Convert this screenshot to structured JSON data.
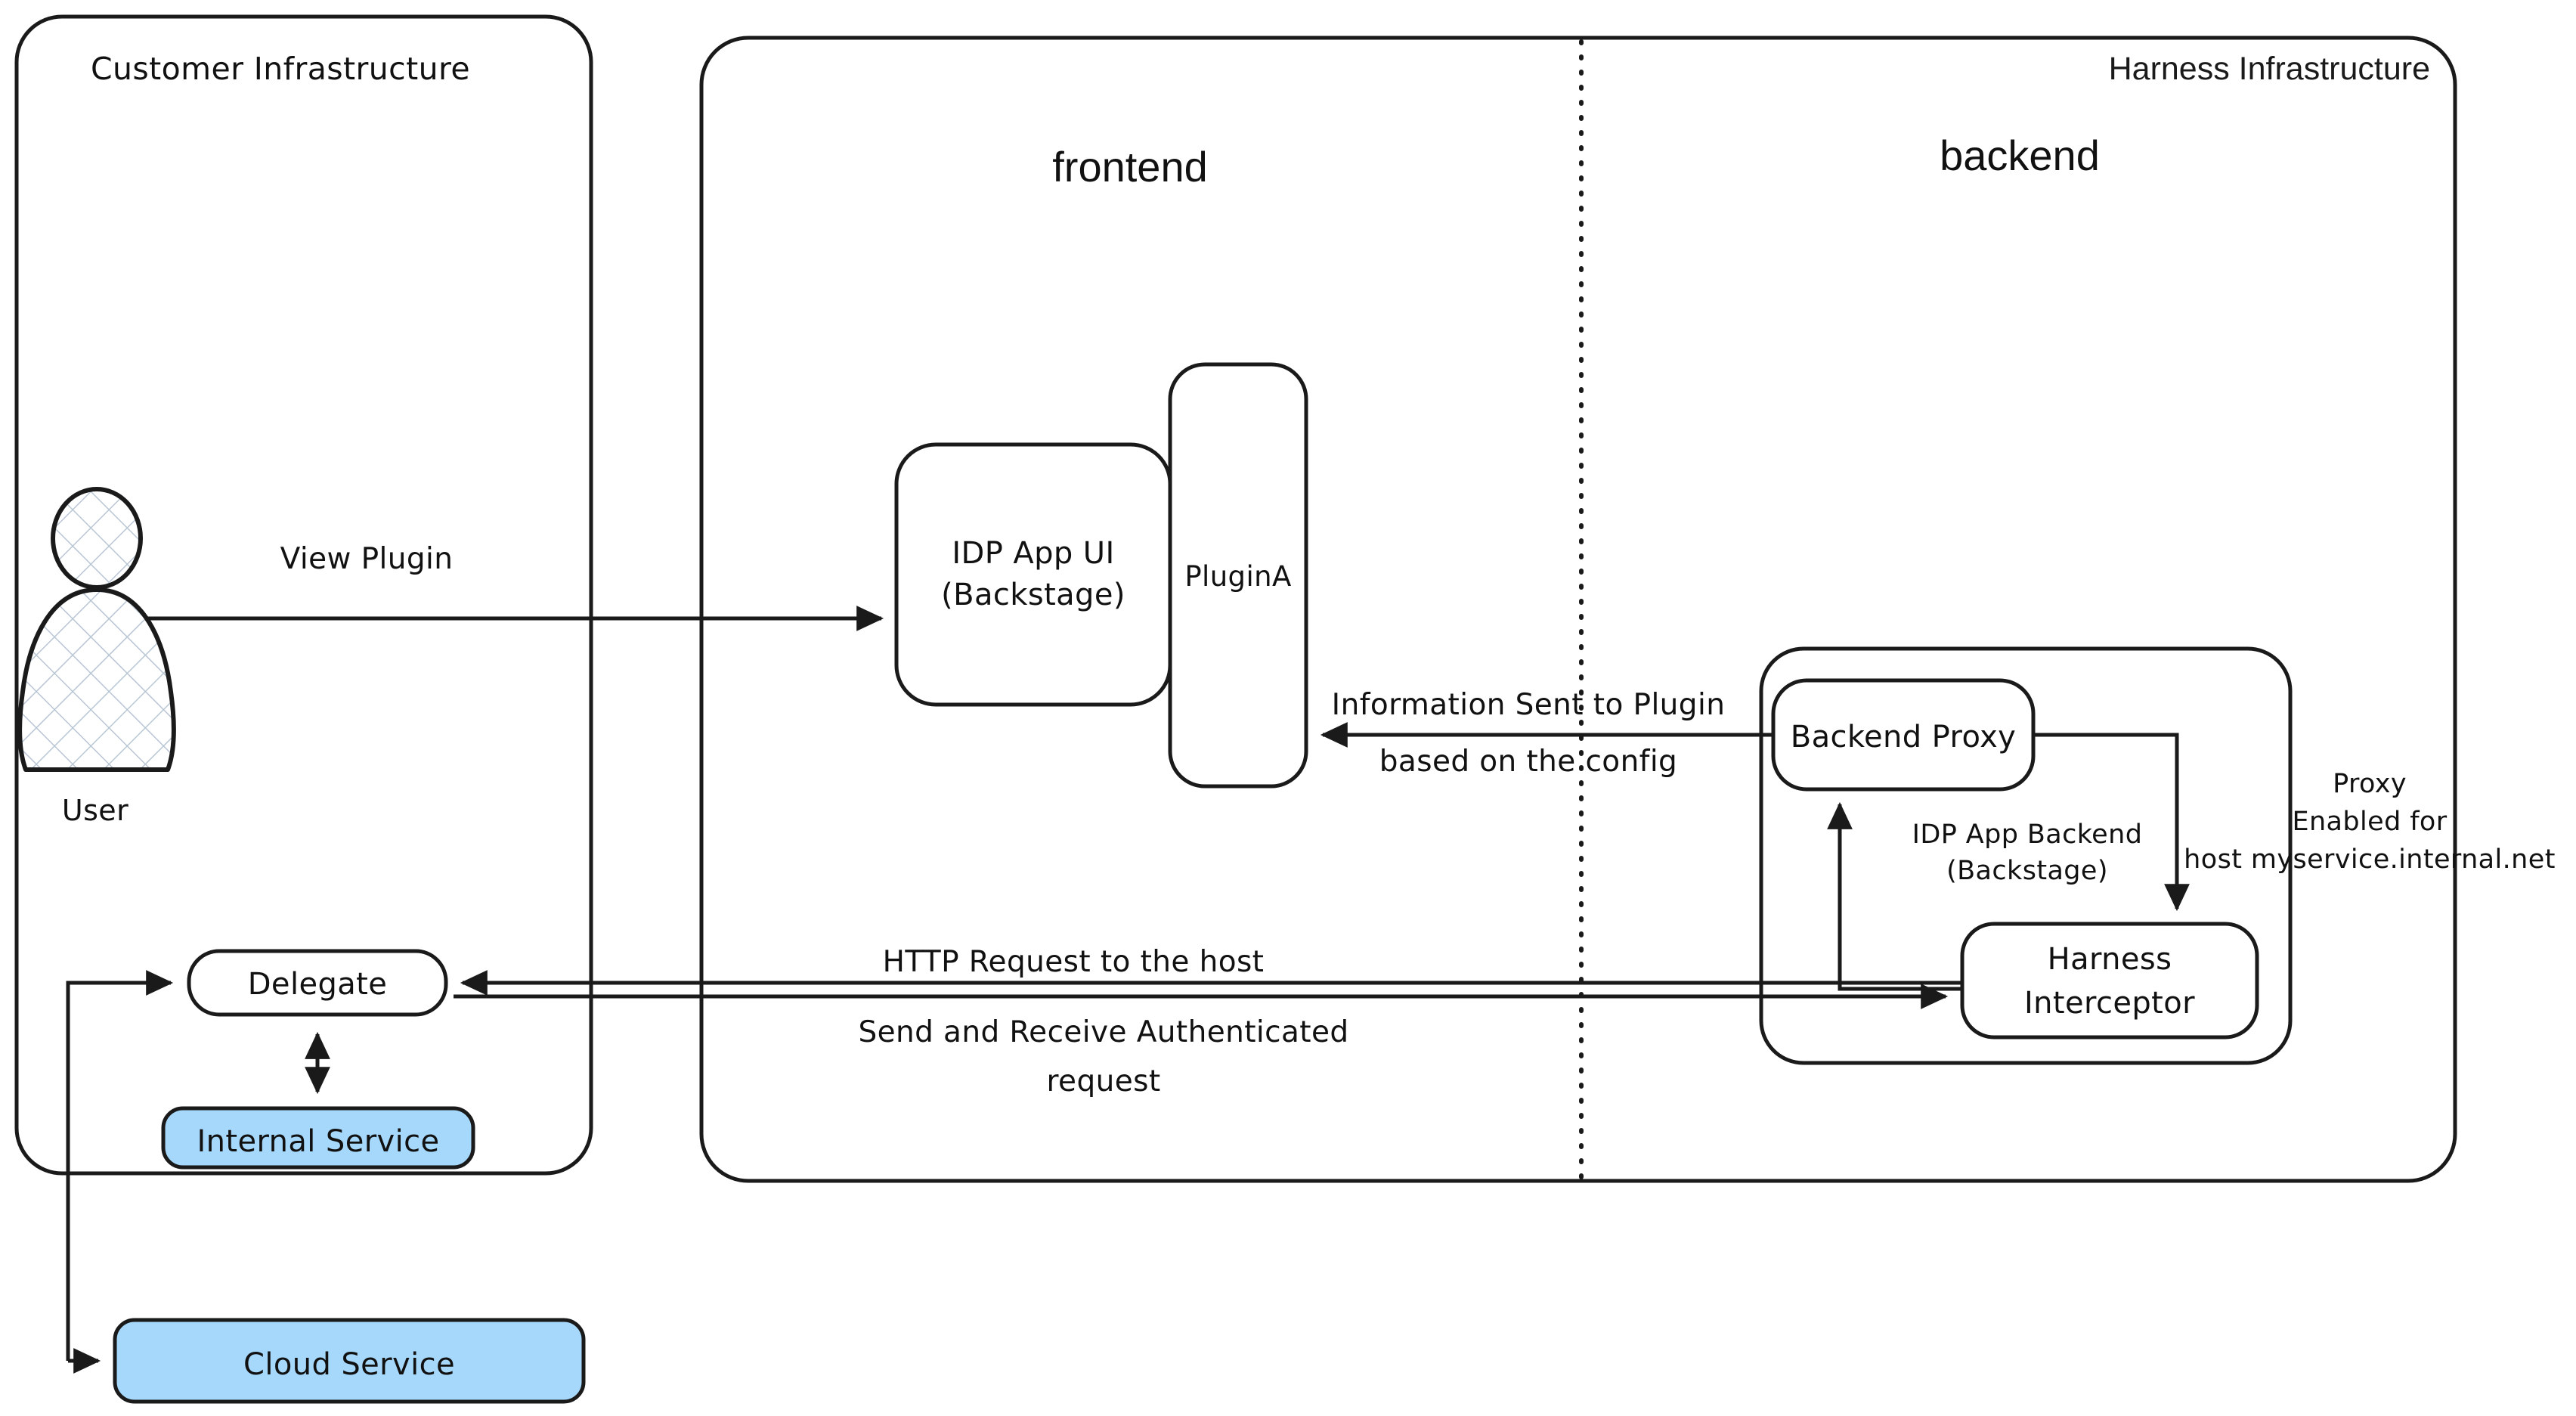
{
  "diagram": {
    "title": "Harness IDP Plugin Proxy Architecture",
    "colors": {
      "accent_blue": "#a6d8fb",
      "stroke": "#1a1a1a",
      "background": "#ffffff"
    }
  },
  "containers": {
    "customer": {
      "label": "Customer Infrastructure"
    },
    "harness": {
      "label": "Harness Infrastructure"
    },
    "idp_backend": {
      "label_line1": "IDP App Backend",
      "label_line2": "(Backstage)"
    }
  },
  "zones": {
    "frontend": "frontend",
    "backend": "backend"
  },
  "actor": {
    "label": "User"
  },
  "nodes": {
    "idp_app_ui": {
      "line1": "IDP App UI",
      "line2": "(Backstage)"
    },
    "plugin_a": {
      "label": "PluginA"
    },
    "backend_proxy": {
      "label": "Backend Proxy"
    },
    "harness_interceptor": {
      "line1": "Harness",
      "line2": "Interceptor"
    },
    "delegate": {
      "label": "Delegate"
    },
    "internal_service": {
      "label": "Internal Service"
    },
    "cloud_service": {
      "label": "Cloud Service"
    }
  },
  "edges": {
    "view_plugin": {
      "label": "View Plugin"
    },
    "info_to_plugin": {
      "line1": "Information Sent to Plugin",
      "line2": "based on the config"
    },
    "http_request": {
      "label": "HTTP Request to the host"
    },
    "authenticated": {
      "line1": "Send and Receive Authenticated",
      "line2": "request"
    }
  },
  "annotations": {
    "proxy_enabled": {
      "line1": "Proxy",
      "line2": "Enabled for",
      "line3": "host myservice.internal.net"
    }
  }
}
